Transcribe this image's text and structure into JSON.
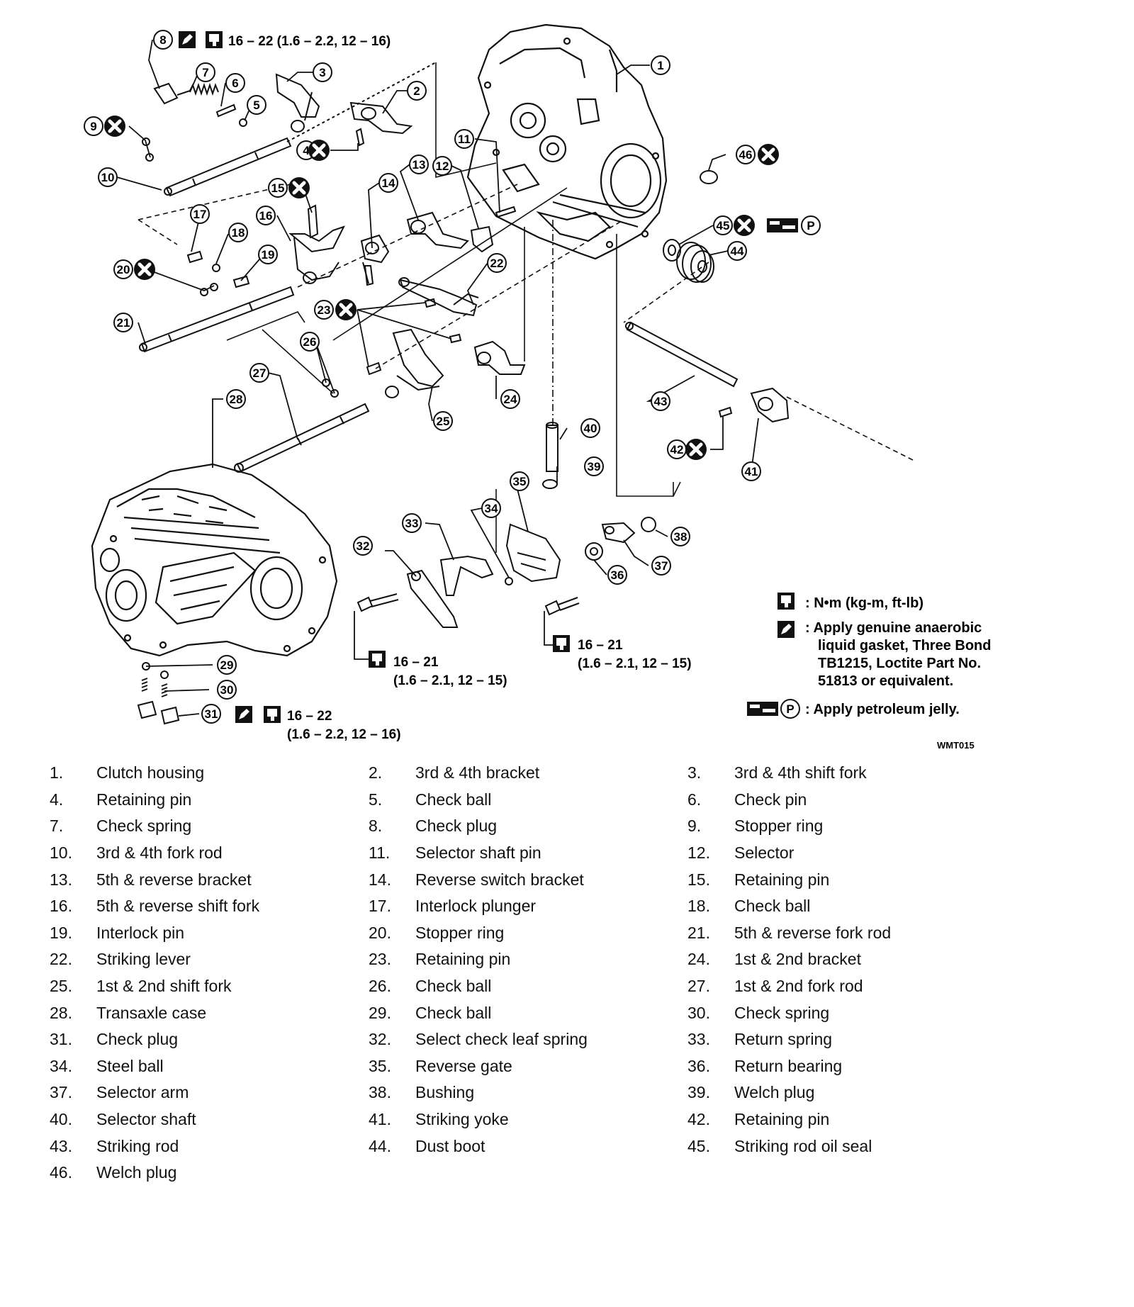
{
  "callouts": [
    {
      "num": "1"
    },
    {
      "num": "2"
    },
    {
      "num": "3"
    },
    {
      "num": "4"
    },
    {
      "num": "5"
    },
    {
      "num": "6"
    },
    {
      "num": "7"
    },
    {
      "num": "8"
    },
    {
      "num": "9"
    },
    {
      "num": "10"
    },
    {
      "num": "11"
    },
    {
      "num": "12"
    },
    {
      "num": "13"
    },
    {
      "num": "14"
    },
    {
      "num": "15"
    },
    {
      "num": "16"
    },
    {
      "num": "17"
    },
    {
      "num": "18"
    },
    {
      "num": "19"
    },
    {
      "num": "20"
    },
    {
      "num": "21"
    },
    {
      "num": "22"
    },
    {
      "num": "23"
    },
    {
      "num": "24"
    },
    {
      "num": "25"
    },
    {
      "num": "26"
    },
    {
      "num": "27"
    },
    {
      "num": "28"
    },
    {
      "num": "29"
    },
    {
      "num": "30"
    },
    {
      "num": "31"
    },
    {
      "num": "32"
    },
    {
      "num": "33"
    },
    {
      "num": "34"
    },
    {
      "num": "35"
    },
    {
      "num": "36"
    },
    {
      "num": "37"
    },
    {
      "num": "38"
    },
    {
      "num": "39"
    },
    {
      "num": "40"
    },
    {
      "num": "41"
    },
    {
      "num": "42"
    },
    {
      "num": "43"
    },
    {
      "num": "44"
    },
    {
      "num": "45"
    },
    {
      "num": "46"
    }
  ],
  "torque_specs": [
    {
      "line1": "16 – 22 (1.6 – 2.2, 12 – 16)",
      "line2": ""
    },
    {
      "line1": "16 – 21",
      "line2": "(1.6 – 2.1, 12 – 15)"
    },
    {
      "line1": "16 – 21",
      "line2": "(1.6 – 2.1, 12 – 15)"
    },
    {
      "line1": "16 – 22",
      "line2": "(1.6 – 2.2, 12 – 16)"
    }
  ],
  "legend": {
    "torque": ": N•m (kg-m, ft-lb)",
    "gasket": [
      ": Apply genuine anaerobic",
      "liquid gasket, Three Bond",
      "TB1215, Loctite Part No.",
      "51813 or equivalent."
    ],
    "jelly_letter": "P",
    "jelly": ": Apply petroleum jelly."
  },
  "figure_code": "WMT015",
  "parts": [
    {
      "num": "1.",
      "name": "Clutch housing"
    },
    {
      "num": "2.",
      "name": "3rd & 4th bracket"
    },
    {
      "num": "3.",
      "name": "3rd & 4th shift fork"
    },
    {
      "num": "4.",
      "name": "Retaining pin"
    },
    {
      "num": "5.",
      "name": "Check ball"
    },
    {
      "num": "6.",
      "name": "Check pin"
    },
    {
      "num": "7.",
      "name": "Check spring"
    },
    {
      "num": "8.",
      "name": "Check plug"
    },
    {
      "num": "9.",
      "name": "Stopper ring"
    },
    {
      "num": "10.",
      "name": "3rd & 4th fork rod"
    },
    {
      "num": "11.",
      "name": "Selector shaft pin"
    },
    {
      "num": "12.",
      "name": "Selector"
    },
    {
      "num": "13.",
      "name": "5th & reverse bracket"
    },
    {
      "num": "14.",
      "name": "Reverse switch bracket"
    },
    {
      "num": "15.",
      "name": "Retaining pin"
    },
    {
      "num": "16.",
      "name": "5th & reverse shift fork"
    },
    {
      "num": "17.",
      "name": "Interlock plunger"
    },
    {
      "num": "18.",
      "name": "Check ball"
    },
    {
      "num": "19.",
      "name": "Interlock pin"
    },
    {
      "num": "20.",
      "name": "Stopper ring"
    },
    {
      "num": "21.",
      "name": "5th & reverse fork rod"
    },
    {
      "num": "22.",
      "name": "Striking lever"
    },
    {
      "num": "23.",
      "name": "Retaining pin"
    },
    {
      "num": "24.",
      "name": "1st & 2nd bracket"
    },
    {
      "num": "25.",
      "name": "1st & 2nd shift fork"
    },
    {
      "num": "26.",
      "name": "Check ball"
    },
    {
      "num": "27.",
      "name": "1st & 2nd fork rod"
    },
    {
      "num": "28.",
      "name": "Transaxle case"
    },
    {
      "num": "29.",
      "name": "Check ball"
    },
    {
      "num": "30.",
      "name": "Check spring"
    },
    {
      "num": "31.",
      "name": "Check plug"
    },
    {
      "num": "32.",
      "name": "Select check leaf spring"
    },
    {
      "num": "33.",
      "name": "Return spring"
    },
    {
      "num": "34.",
      "name": "Steel ball"
    },
    {
      "num": "35.",
      "name": "Reverse gate"
    },
    {
      "num": "36.",
      "name": "Return bearing"
    },
    {
      "num": "37.",
      "name": "Selector arm"
    },
    {
      "num": "38.",
      "name": "Bushing"
    },
    {
      "num": "39.",
      "name": "Welch plug"
    },
    {
      "num": "40.",
      "name": "Selector shaft"
    },
    {
      "num": "41.",
      "name": "Striking yoke"
    },
    {
      "num": "42.",
      "name": "Retaining pin"
    },
    {
      "num": "43.",
      "name": "Striking rod"
    },
    {
      "num": "44.",
      "name": "Dust boot"
    },
    {
      "num": "45.",
      "name": "Striking rod oil seal"
    },
    {
      "num": "46.",
      "name": "Welch plug"
    }
  ]
}
